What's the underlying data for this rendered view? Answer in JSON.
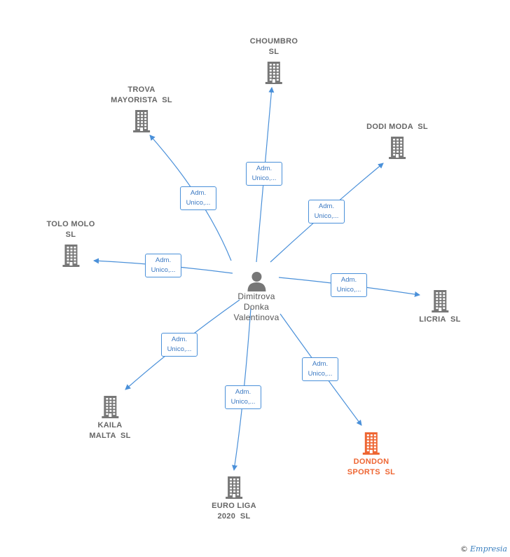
{
  "colors": {
    "edge": "#4a90d9",
    "building": "#777777",
    "focus": "#ee6633"
  },
  "center": {
    "name_lines": [
      "Dimitrova",
      "Donka",
      "Valentinova"
    ],
    "icon": "person-icon"
  },
  "relation": {
    "line1": "Adm.",
    "line2": "Unico,..."
  },
  "companies": [
    {
      "id": "choumbro",
      "lines": [
        "CHOUMBRO",
        "SL"
      ],
      "focus": false
    },
    {
      "id": "trova",
      "lines": [
        "TROVA",
        "MAYORISTA  SL"
      ],
      "focus": false
    },
    {
      "id": "dodi",
      "lines": [
        "DODI MODA  SL"
      ],
      "focus": false
    },
    {
      "id": "tolo",
      "lines": [
        "TOLO MOLO",
        "SL"
      ],
      "focus": false
    },
    {
      "id": "licria",
      "lines": [
        "LICRIA  SL"
      ],
      "focus": false
    },
    {
      "id": "kaila",
      "lines": [
        "KAILA",
        "MALTA  SL"
      ],
      "focus": false
    },
    {
      "id": "euroliga",
      "lines": [
        "EURO LIGA",
        "2020  SL"
      ],
      "focus": false
    },
    {
      "id": "dondon",
      "lines": [
        "DONDON",
        "SPORTS  SL"
      ],
      "focus": true
    }
  ],
  "footer": {
    "copyright": "©",
    "brand": "Empresia"
  }
}
